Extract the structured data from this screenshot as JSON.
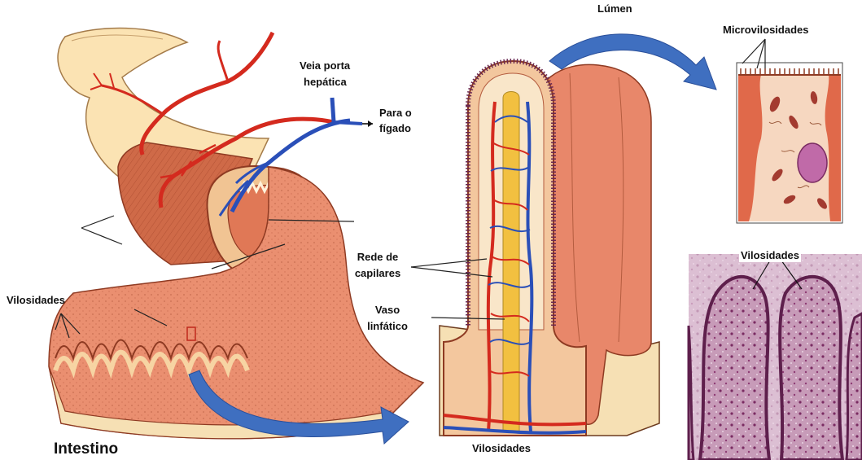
{
  "labels": {
    "veia_porta_line1": "Veia porta",
    "veia_porta_line2": "hepática",
    "para_o_line1": "Para o",
    "para_o_line2": "fígado",
    "vilosidades_left": "Vilosidades",
    "intestino": "Intestino",
    "lumen": "Lúmen",
    "rede_line1": "Rede de",
    "rede_line2": "capilares",
    "vaso_line1": "Vaso",
    "vaso_line2": "linfático",
    "vilosidades_bottom": "Vilosidades",
    "microvilosidades": "Microvilosidades",
    "vilosidades_micro": "Vilosidades"
  },
  "colors": {
    "arrow": "#3f6fc0",
    "artery": "#d42a1e",
    "vein": "#2a4fb8",
    "lymph": "#f2c040",
    "tissue": "#e8876a",
    "muscle": "#c85f3e",
    "mucosa_wall": "#f6e0b4"
  }
}
